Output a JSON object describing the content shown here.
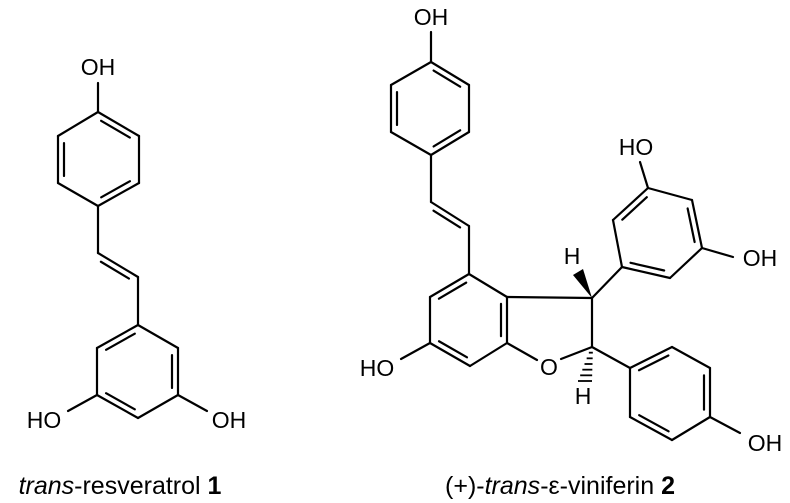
{
  "compounds": [
    {
      "name_prefix": "",
      "name_italic": "trans",
      "name_rest": "-resveratrol ",
      "number": "1",
      "atoms": {
        "oh_top": "OH",
        "ho_left": "HO",
        "oh_right": "OH"
      }
    },
    {
      "name_prefix": "(+)-",
      "name_italic": "trans",
      "name_rest": "-ε-viniferin ",
      "number": "2",
      "atoms": {
        "oh_top": "OH",
        "ho_resorcinol": "HO",
        "oh_resorcinol": "OH",
        "h_wedge": "H",
        "h_hash": "H",
        "ho_left": "HO",
        "o_ring": "O",
        "oh_bottom": "OH"
      }
    }
  ],
  "colors": {
    "ink": "#000000",
    "background": "#ffffff"
  }
}
